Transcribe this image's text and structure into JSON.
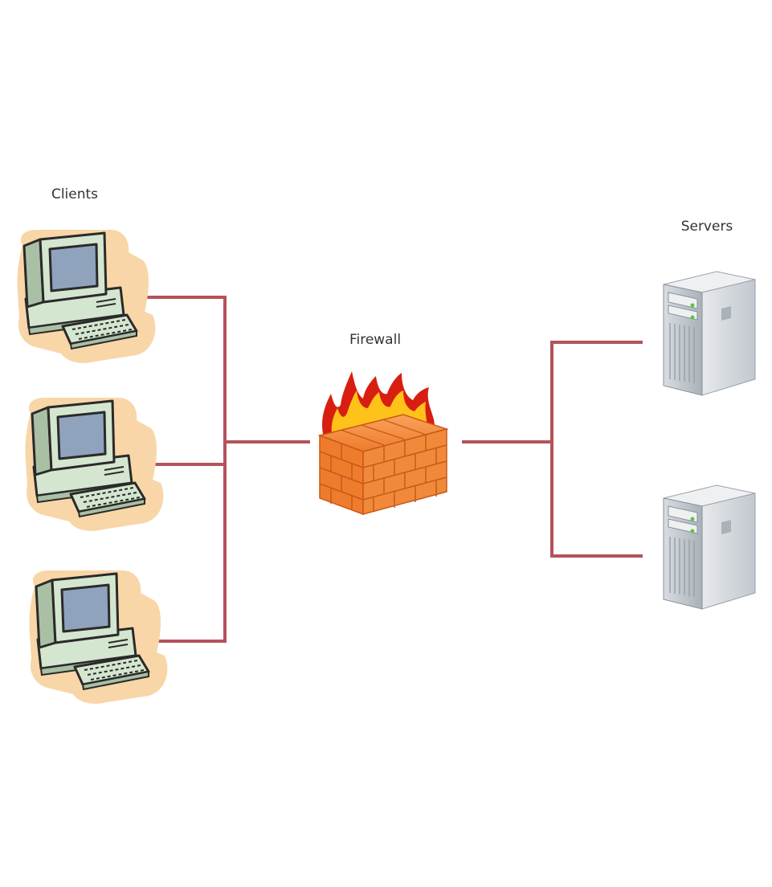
{
  "labels": {
    "clients": "Clients",
    "firewall": "Firewall",
    "servers": "Servers"
  },
  "nodes": {
    "clients": [
      {
        "icon": "desktop-computer-icon"
      },
      {
        "icon": "desktop-computer-icon"
      },
      {
        "icon": "desktop-computer-icon"
      }
    ],
    "firewall": {
      "icon": "firewall-icon"
    },
    "servers": [
      {
        "icon": "server-tower-icon"
      },
      {
        "icon": "server-tower-icon"
      }
    ]
  },
  "colors": {
    "connector": "#b5525a",
    "brick": "#ef7b2d",
    "flame_outer": "#d81e10",
    "flame_inner": "#ffc21a",
    "computer_body": "#d4e6cf",
    "computer_screen": "#8fa3bd",
    "computer_halo": "#f8d6a8",
    "server_body": "#c9d0d6",
    "server_led": "#58c83c"
  }
}
